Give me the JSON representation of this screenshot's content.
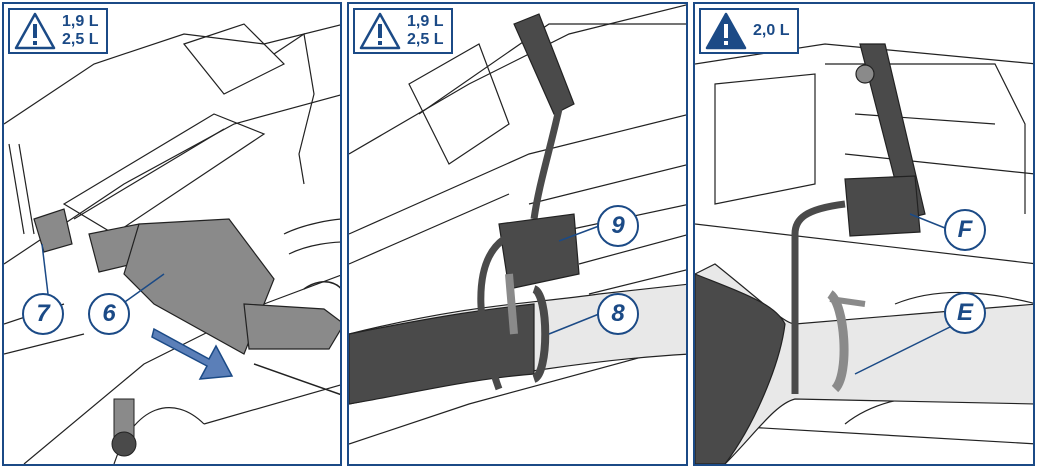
{
  "panels": [
    {
      "badge": {
        "icon": "warning-outline-icon",
        "lines": [
          "1,9 L",
          "2,5 L"
        ]
      },
      "callouts": [
        "7",
        "6"
      ]
    },
    {
      "badge": {
        "icon": "warning-outline-icon",
        "lines": [
          "1,9 L",
          "2,5 L"
        ]
      },
      "callouts": [
        "9",
        "8"
      ]
    },
    {
      "badge": {
        "icon": "warning-filled-icon",
        "lines": [
          "2,0 L"
        ]
      },
      "callouts": [
        "F",
        "E"
      ]
    }
  ],
  "colors": {
    "accent": "#1b4a86",
    "line": "#222222",
    "part_dark": "#4a4a4a",
    "part_mid": "#8a8a8a",
    "arrow": "#5b7fb8"
  }
}
